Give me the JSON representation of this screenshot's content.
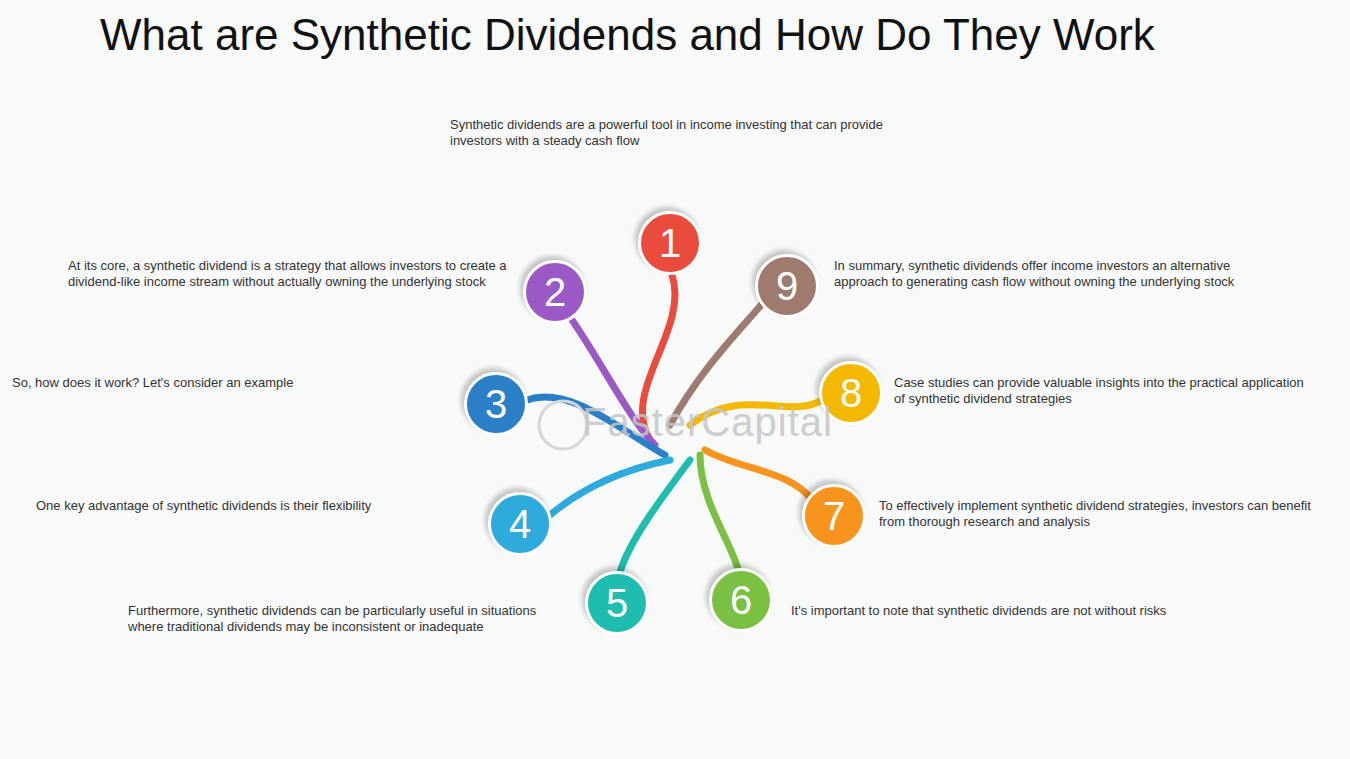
{
  "diagram": {
    "title": "What are Synthetic Dividends and How Do They Work",
    "nodes": [
      {
        "text": [
          "1"
        ]
      },
      {
        "text": [
          "2"
        ]
      },
      {
        "text": [
          "3"
        ]
      },
      {
        "text": [
          "4"
        ]
      },
      {
        "text": [
          "5"
        ]
      },
      {
        "text": [
          "6"
        ]
      },
      {
        "text": [
          "7"
        ]
      },
      {
        "text": [
          "8"
        ]
      },
      {
        "text": [
          "9"
        ]
      }
    ],
    "labels": [
      "Synthetic dividends are a powerful tool in income investing that can provide investors with a steady cash flow",
      "At its core, a synthetic dividend is a strategy that allows investors to create a dividend-like income stream without actually owning the underlying stock",
      "So, how does it work? Let's consider an example",
      "One key advantage of synthetic dividends is their flexibility",
      "Furthermore, synthetic dividends can be particularly useful in situations where traditional dividends may be inconsistent or inadequate",
      "It's important to note that synthetic dividends are not without risks",
      "To effectively implement synthetic dividend strategies, investors can benefit from thorough research and analysis",
      "Case studies can provide valuable insights into the practical application of synthetic dividend strategies",
      "In summary, synthetic dividends offer income investors an alternative approach to generating cash flow without owning the underlying stock",
      "FasterCapital"
    ]
  }
}
